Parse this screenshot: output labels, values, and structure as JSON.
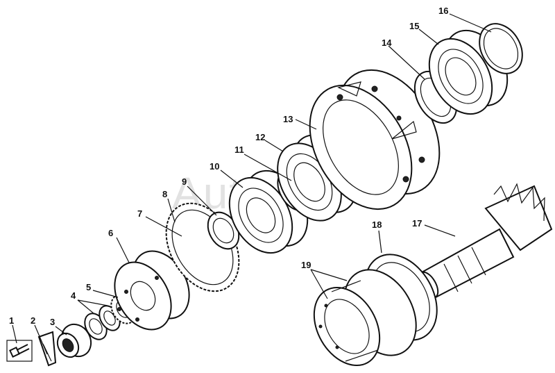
{
  "watermark": "Autosoft",
  "callouts": [
    "1",
    "2",
    "3",
    "4",
    "5",
    "6",
    "7",
    "8",
    "9",
    "10",
    "11",
    "12",
    "13",
    "14",
    "15",
    "16",
    "17",
    "18",
    "19"
  ]
}
